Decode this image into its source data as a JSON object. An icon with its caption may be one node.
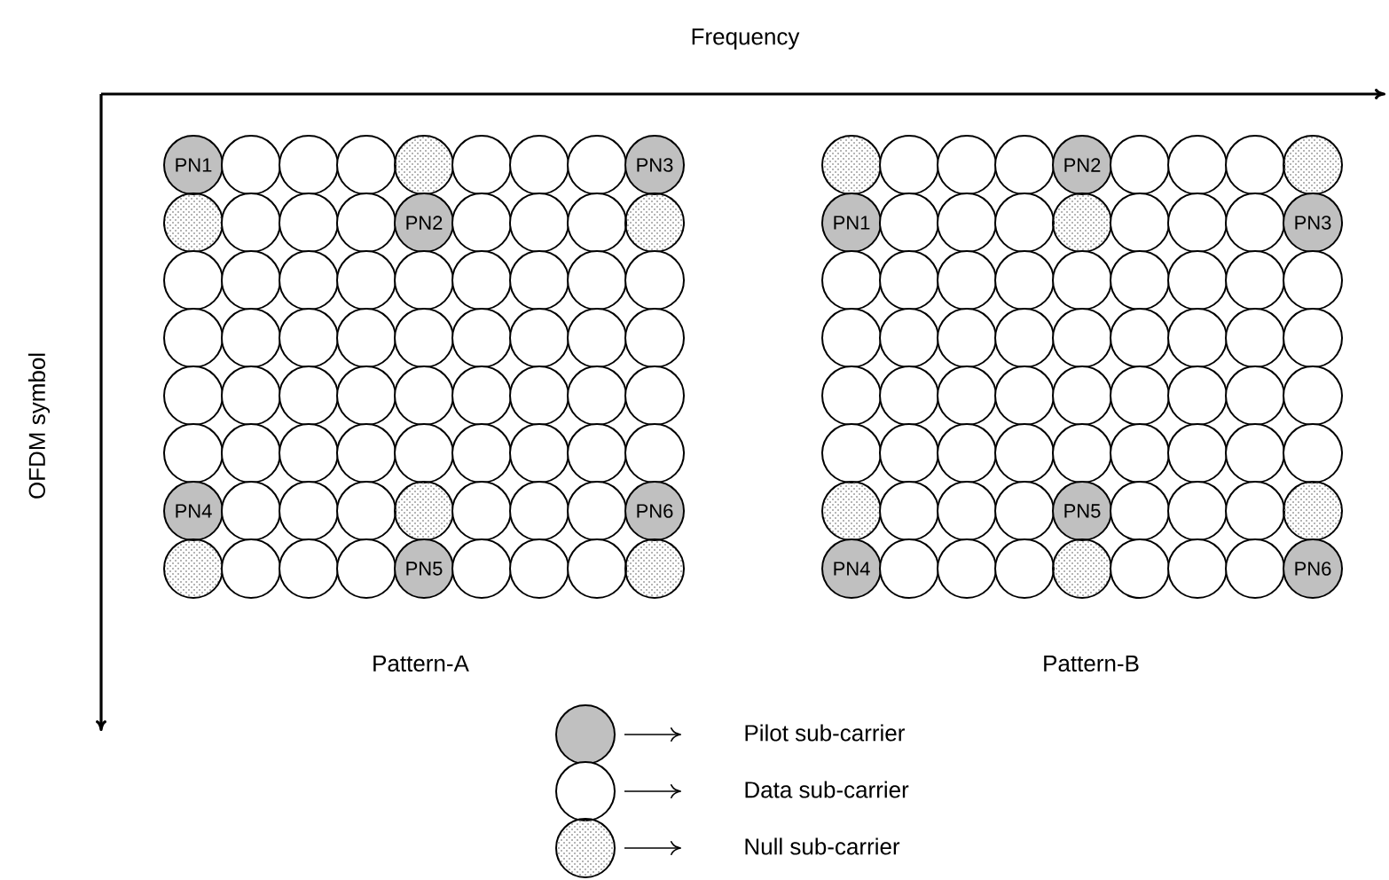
{
  "diagram": {
    "nodes": [
      {
        "text": [
          "PN1"
        ]
      },
      {
        "text": [],
        "shape": "circle"
      },
      {
        "text": [],
        "shape": "circle"
      },
      {
        "text": [],
        "shape": "circle"
      },
      {
        "text": [],
        "shape": "hatched"
      },
      {
        "text": [],
        "shape": "circle"
      },
      {
        "text": [],
        "shape": "circle"
      },
      {
        "text": [],
        "shape": "circle"
      },
      {
        "text": [
          "PN3"
        ]
      },
      {
        "text": [],
        "shape": "hatched"
      },
      {
        "text": [],
        "shape": "circle"
      },
      {
        "text": [],
        "shape": "circle"
      },
      {
        "text": [],
        "shape": "circle"
      },
      {
        "text": [
          "PN2"
        ]
      },
      {
        "text": [],
        "shape": "circle"
      },
      {
        "text": [],
        "shape": "circle"
      },
      {
        "text": [],
        "shape": "circle"
      },
      {
        "text": [],
        "shape": "hatched"
      },
      {
        "text": [],
        "shape": "circle"
      },
      {
        "text": [],
        "shape": "circle"
      },
      {
        "text": [],
        "shape": "circle"
      },
      {
        "text": [],
        "shape": "circle"
      },
      {
        "text": [],
        "shape": "circle"
      },
      {
        "text": [],
        "shape": "circle"
      },
      {
        "text": [],
        "shape": "circle"
      },
      {
        "text": [],
        "shape": "circle"
      },
      {
        "text": [],
        "shape": "circle"
      },
      {
        "text": [],
        "shape": "circle"
      },
      {
        "text": [],
        "shape": "circle"
      },
      {
        "text": [],
        "shape": "circle"
      },
      {
        "text": [],
        "shape": "circle"
      },
      {
        "text": [],
        "shape": "circle"
      },
      {
        "text": [],
        "shape": "circle"
      },
      {
        "text": [],
        "shape": "circle"
      },
      {
        "text": [],
        "shape": "circle"
      },
      {
        "text": [],
        "shape": "circle"
      },
      {
        "text": [],
        "shape": "circle"
      },
      {
        "text": [],
        "shape": "circle"
      },
      {
        "text": [],
        "shape": "circle"
      },
      {
        "text": [],
        "shape": "circle"
      },
      {
        "text": [],
        "shape": "circle"
      },
      {
        "text": [],
        "shape": "circle"
      },
      {
        "text": [],
        "shape": "circle"
      },
      {
        "text": [],
        "shape": "circle"
      },
      {
        "text": [],
        "shape": "circle"
      },
      {
        "text": [],
        "shape": "circle"
      },
      {
        "text": [],
        "shape": "circle"
      },
      {
        "text": [],
        "shape": "circle"
      },
      {
        "text": [],
        "shape": "circle"
      },
      {
        "text": [],
        "shape": "circle"
      },
      {
        "text": [],
        "shape": "circle"
      },
      {
        "text": [],
        "shape": "circle"
      },
      {
        "text": [],
        "shape": "circle"
      },
      {
        "text": [],
        "shape": "circle"
      },
      {
        "text": [
          "PN4"
        ]
      },
      {
        "text": [],
        "shape": "circle"
      },
      {
        "text": [],
        "shape": "circle"
      },
      {
        "text": [],
        "shape": "circle"
      },
      {
        "text": [],
        "shape": "hatched"
      },
      {
        "text": [],
        "shape": "circle"
      },
      {
        "text": [],
        "shape": "circle"
      },
      {
        "text": [],
        "shape": "circle"
      },
      {
        "text": [
          "PN6"
        ]
      },
      {
        "text": [],
        "shape": "hatched"
      },
      {
        "text": [],
        "shape": "circle"
      },
      {
        "text": [],
        "shape": "circle"
      },
      {
        "text": [],
        "shape": "circle"
      },
      {
        "text": [
          "PN5"
        ]
      },
      {
        "text": [],
        "shape": "circle"
      },
      {
        "text": [],
        "shape": "circle"
      },
      {
        "text": [],
        "shape": "circle"
      },
      {
        "text": [],
        "shape": "hatched"
      },
      {
        "text": [],
        "shape": "hatched"
      },
      {
        "text": [],
        "shape": "circle"
      },
      {
        "text": [],
        "shape": "circle"
      },
      {
        "text": [],
        "shape": "circle"
      },
      {
        "text": [
          "PN2"
        ]
      },
      {
        "text": [],
        "shape": "circle"
      },
      {
        "text": [],
        "shape": "circle"
      },
      {
        "text": [],
        "shape": "circle"
      },
      {
        "text": [],
        "shape": "hatched"
      },
      {
        "text": [
          "PN1"
        ]
      },
      {
        "text": [],
        "shape": "circle"
      },
      {
        "text": [],
        "shape": "circle"
      },
      {
        "text": [],
        "shape": "circle"
      },
      {
        "text": [],
        "shape": "hatched"
      },
      {
        "text": [],
        "shape": "circle"
      },
      {
        "text": [],
        "shape": "circle"
      },
      {
        "text": [],
        "shape": "circle"
      },
      {
        "text": [
          "PN3"
        ]
      },
      {
        "text": [],
        "shape": "circle"
      },
      {
        "text": [],
        "shape": "circle"
      },
      {
        "text": [],
        "shape": "circle"
      },
      {
        "text": [],
        "shape": "circle"
      },
      {
        "text": [],
        "shape": "circle"
      },
      {
        "text": [],
        "shape": "circle"
      },
      {
        "text": [],
        "shape": "circle"
      },
      {
        "text": [],
        "shape": "circle"
      },
      {
        "text": [],
        "shape": "circle"
      },
      {
        "text": [],
        "shape": "circle"
      },
      {
        "text": [],
        "shape": "circle"
      },
      {
        "text": [],
        "shape": "circle"
      },
      {
        "text": [],
        "shape": "circle"
      },
      {
        "text": [],
        "shape": "circle"
      },
      {
        "text": [],
        "shape": "circle"
      },
      {
        "text": [],
        "shape": "circle"
      },
      {
        "text": [],
        "shape": "circle"
      },
      {
        "text": [],
        "shape": "circle"
      },
      {
        "text": [],
        "shape": "circle"
      },
      {
        "text": [],
        "shape": "circle"
      },
      {
        "text": [],
        "shape": "circle"
      },
      {
        "text": [],
        "shape": "circle"
      },
      {
        "text": [],
        "shape": "circle"
      },
      {
        "text": [],
        "shape": "circle"
      },
      {
        "text": [],
        "shape": "circle"
      },
      {
        "text": [],
        "shape": "circle"
      },
      {
        "text": [],
        "shape": "circle"
      },
      {
        "text": [],
        "shape": "circle"
      },
      {
        "text": [],
        "shape": "circle"
      },
      {
        "text": [],
        "shape": "circle"
      },
      {
        "text": [],
        "shape": "circle"
      },
      {
        "text": [],
        "shape": "circle"
      },
      {
        "text": [],
        "shape": "circle"
      },
      {
        "text": [],
        "shape": "circle"
      },
      {
        "text": [],
        "shape": "circle"
      },
      {
        "text": [],
        "shape": "circle"
      },
      {
        "text": [],
        "shape": "hatched"
      },
      {
        "text": [],
        "shape": "circle"
      },
      {
        "text": [],
        "shape": "circle"
      },
      {
        "text": [],
        "shape": "circle"
      },
      {
        "text": [
          "PN5"
        ]
      },
      {
        "text": [],
        "shape": "circle"
      },
      {
        "text": [],
        "shape": "circle"
      },
      {
        "text": [],
        "shape": "circle"
      },
      {
        "text": [],
        "shape": "hatched"
      },
      {
        "text": [
          "PN4"
        ]
      },
      {
        "text": [],
        "shape": "circle"
      },
      {
        "text": [],
        "shape": "circle"
      },
      {
        "text": [],
        "shape": "circle"
      },
      {
        "text": [],
        "shape": "hatched"
      },
      {
        "text": [],
        "shape": "circle"
      },
      {
        "text": [],
        "shape": "circle"
      },
      {
        "text": [],
        "shape": "circle"
      },
      {
        "text": [
          "PN6"
        ]
      }
    ],
    "labels": [
      "Frequency",
      "OFDM symbol",
      "Pattern-A",
      "Pattern-B"
    ],
    "legend": [
      {
        "text": "Pilot sub-carrier",
        "color": "#c0c0c0"
      },
      {
        "text": "Data sub-carrier"
      },
      {
        "text": "Null sub-carrier"
      }
    ]
  }
}
